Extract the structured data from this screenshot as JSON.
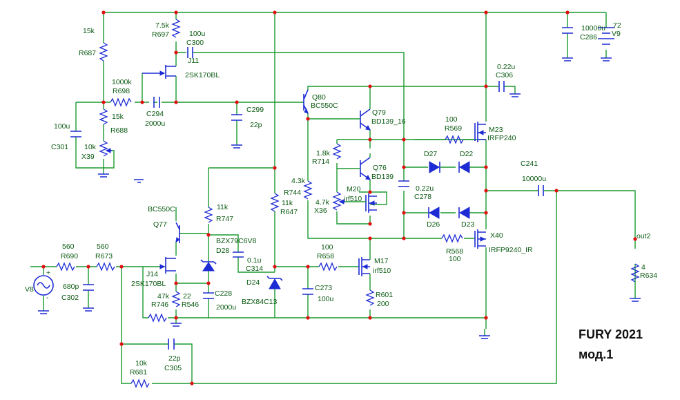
{
  "title": {
    "line1": "FURY 2021",
    "line2": "мод.1"
  },
  "labels": {
    "r687_v": "15k",
    "r687": "R687",
    "r697_v": "7.5k",
    "r697": "R697",
    "c300_v": "100u",
    "c300": "C300",
    "j11": "J11",
    "j11_type": "2SK170BL",
    "r698_v": "1000k",
    "r698": "R698",
    "c294": "C294",
    "c294_v": "2000u",
    "r688_v": "15k",
    "r688": "R688",
    "c301_v": "100u",
    "c301": "C301",
    "x39_v": "10k",
    "x39": "X39",
    "c299": "C299",
    "c299_v": "22p",
    "q80": "Q80",
    "q80_type": "BC550C",
    "q79": "Q79",
    "q79_type": "BD139_16",
    "c306_v": "0.22u",
    "c306": "C306",
    "c286_v": "10000u",
    "c286": "C286",
    "v9_v": "72",
    "v9": "V9",
    "r569_v": "100",
    "r569": "R569",
    "m23": "M23",
    "m23_type": "IRFP240",
    "r714_v": "1.8k",
    "r714": "R714",
    "q76": "Q76",
    "q76_type": "BD139",
    "d27": "D27",
    "d22": "D22",
    "c241": "C241",
    "c241_v": "10000u",
    "r744_v": "4.3k",
    "r744": "R744",
    "m20": "M20",
    "m20_type": "irf510",
    "x36_v": "4.7k",
    "x36": "X36",
    "c278_v": "0.22u",
    "c278": "C278",
    "d26": "D26",
    "d23": "D23",
    "r647_v": "11k",
    "r647": "R647",
    "r747_v": "11k",
    "r747": "R747",
    "q77_type": "BC550C",
    "q77": "Q77",
    "d28": "BZX79C6V8",
    "d28_ref": "D28",
    "x40": "X40",
    "x40_type": "IRFP9240_IR",
    "r568": "R568",
    "r568_v": "100",
    "out2": "out2",
    "r634_v": "4",
    "r634": "R634",
    "r690_v": "560",
    "r690": "R690",
    "r673_v": "560",
    "r673": "R673",
    "j14": "J14",
    "j14_type": "2SK170BL",
    "c314_v": "0.1u",
    "c314": "C314",
    "r658_v": "100",
    "r658": "R658",
    "m17": "M17",
    "m17_type": "irf510",
    "v8": "V8",
    "c302_v": "680p",
    "c302": "C302",
    "r746_v": "47k",
    "r746": "R746",
    "r546_v": "22",
    "r546": "R546",
    "c228": "C228",
    "c228_v": "2000u",
    "d24": "D24",
    "d24_type": "BZX84C13",
    "c273": "C273",
    "c273_v": "100u",
    "r601": "R601",
    "r601_v": "200",
    "r681_v": "10k",
    "r681": "R681",
    "c305_v": "22p",
    "c305": "C305",
    "plus": "+",
    "minus": "-"
  },
  "colors": {
    "wire": "#1a9a2e",
    "component": "#1c2bd4",
    "node": "#e01010",
    "label": "#0a5a12"
  }
}
